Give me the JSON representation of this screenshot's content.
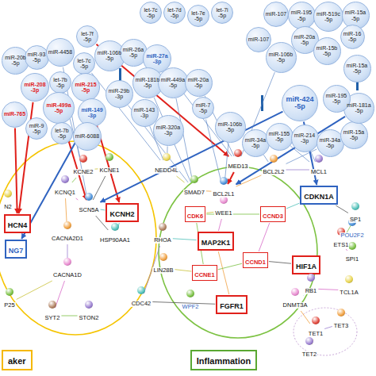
{
  "diagram": {
    "nodes": [
      {
        "text": [
          "let-7c -5p"
        ]
      },
      {
        "text": [
          "let-7d -5p"
        ]
      },
      {
        "text": [
          "let-7e -5p"
        ]
      },
      {
        "text": [
          "let-7i -5p"
        ]
      },
      {
        "text": [
          "miR-107"
        ]
      },
      {
        "text": [
          "miR-195 -5p"
        ]
      },
      {
        "text": [
          "miR-519c -5p"
        ]
      },
      {
        "text": [
          "miR-15a -5p"
        ]
      },
      {
        "text": [
          "miR-20b -5p"
        ]
      },
      {
        "text": [
          "miR-93 -5p"
        ]
      },
      {
        "text": [
          "miR-4458"
        ]
      },
      {
        "text": [
          "let-7f -5p"
        ]
      },
      {
        "text": [
          "let-7c -5p"
        ]
      },
      {
        "text": [
          "miR-106b -5p"
        ]
      },
      {
        "text": [
          "miR-26a -5p"
        ]
      },
      {
        "text": [
          "miR-27a -3p"
        ]
      },
      {
        "text": [
          "let-7b -5p"
        ]
      },
      {
        "text": [
          "miR-215 -5p"
        ]
      },
      {
        "text": [
          "miR-208 -3p"
        ]
      },
      {
        "text": [
          "miR-499a -5p"
        ]
      },
      {
        "text": [
          "miR-149 -3p"
        ]
      },
      {
        "text": [
          "miR-765"
        ]
      },
      {
        "text": [
          "miR-9 -5p"
        ]
      },
      {
        "text": [
          "let-7b -5p"
        ]
      },
      {
        "text": [
          "miR-6088"
        ]
      },
      {
        "text": [
          "miR-29b -3p"
        ]
      },
      {
        "text": [
          "miR-181b -5p"
        ]
      },
      {
        "text": [
          "miR-449a -5p"
        ]
      },
      {
        "text": [
          "miR-20a -5p"
        ]
      },
      {
        "text": [
          "miR-143 -3p"
        ]
      },
      {
        "text": [
          "miR-320a -3p"
        ]
      },
      {
        "text": [
          "miR-7 -5p"
        ]
      },
      {
        "text": [
          "miR-106b -5p"
        ]
      },
      {
        "text": [
          "miR-34a -5p"
        ]
      },
      {
        "text": [
          "miR-107"
        ]
      },
      {
        "text": [
          "miR-106b -5p"
        ]
      },
      {
        "text": [
          "miR-20a -5p"
        ]
      },
      {
        "text": [
          "miR-15b -5p"
        ]
      },
      {
        "text": [
          "miR-16 -5p"
        ]
      },
      {
        "text": [
          "miR-424 -5p"
        ]
      },
      {
        "text": [
          "miR-15a -5p"
        ]
      },
      {
        "text": [
          "miR-155 -5p"
        ]
      },
      {
        "text": [
          "miR-214 -3p"
        ]
      },
      {
        "text": [
          "miR-34a -5p"
        ]
      },
      {
        "text": [
          "miR-15a -5p"
        ]
      },
      {
        "text": [
          "miR-181a -5p"
        ]
      },
      {
        "text": [
          "miR-195 -5p"
        ]
      },
      {
        "text": [
          "KCNE2"
        ]
      },
      {
        "text": [
          "KCNE1"
        ]
      },
      {
        "text": [
          "N2"
        ]
      },
      {
        "text": [
          "KCNQ1"
        ]
      },
      {
        "text": [
          "SCN5A"
        ]
      },
      {
        "text": [
          "KCNH2"
        ]
      },
      {
        "text": [
          "HCN4"
        ]
      },
      {
        "text": [
          "CACNA2D1"
        ]
      },
      {
        "text": [
          "HSP90AA1"
        ]
      },
      {
        "text": [
          "NG7"
        ]
      },
      {
        "text": [
          "CACNA1D"
        ]
      },
      {
        "text": [
          "P25"
        ]
      },
      {
        "text": [
          "SYT2"
        ]
      },
      {
        "text": [
          "STON2"
        ]
      },
      {
        "text": [
          "NEDD4L"
        ]
      },
      {
        "text": [
          "SMAD7"
        ]
      },
      {
        "text": [
          "MED13"
        ]
      },
      {
        "text": [
          "BCL2L1"
        ]
      },
      {
        "text": [
          "BCL2L2"
        ]
      },
      {
        "text": [
          "MCL1"
        ]
      },
      {
        "text": [
          "CDKN1A"
        ]
      },
      {
        "text": [
          "CDK6"
        ]
      },
      {
        "text": [
          "WEE1"
        ]
      },
      {
        "text": [
          "CCND3"
        ]
      },
      {
        "text": [
          "SP1"
        ]
      },
      {
        "text": [
          "POU2F2"
        ]
      },
      {
        "text": [
          "ETS1"
        ]
      },
      {
        "text": [
          "SPI1"
        ]
      },
      {
        "text": [
          "RHOA"
        ]
      },
      {
        "text": [
          "MAP2K1"
        ]
      },
      {
        "text": [
          "LIN28B"
        ]
      },
      {
        "text": [
          "CCNE1"
        ]
      },
      {
        "text": [
          "CCND1"
        ]
      },
      {
        "text": [
          "HIF1A"
        ]
      },
      {
        "text": [
          "RB1"
        ]
      },
      {
        "text": [
          "TCL1A"
        ]
      },
      {
        "text": [
          "DNMT3A"
        ]
      },
      {
        "text": [
          "CDC42"
        ]
      },
      {
        "text": [
          "WPF2"
        ]
      },
      {
        "text": [
          "FGFR1"
        ]
      },
      {
        "text": [
          "TET1"
        ]
      },
      {
        "text": [
          "TET3"
        ]
      },
      {
        "text": [
          "TET2"
        ]
      },
      {
        "text": [
          "aker"
        ]
      },
      {
        "text": [
          "Inflammation"
        ]
      }
    ],
    "edges": [
      {
        "from": 11,
        "to": 63,
        "arrow": "to"
      },
      {
        "from": 17,
        "to": 52,
        "arrow": "to"
      },
      {
        "from": 18,
        "to": 53,
        "arrow": "to"
      },
      {
        "from": 19,
        "to": 51,
        "arrow": "to"
      },
      {
        "from": 21,
        "to": 53,
        "arrow": "to"
      },
      {
        "from": 20,
        "to": 56,
        "arrow": "to"
      },
      {
        "from": 39,
        "to": 67,
        "arrow": "to"
      },
      {
        "from": 39,
        "to": 51,
        "arrow": "to"
      },
      {
        "from": 45,
        "to": 64,
        "arrow": "to"
      },
      {
        "from": 63,
        "to": 64,
        "arrow": "to"
      },
      {
        "from": 15,
        "to": 63,
        "arrow": "none"
      },
      {
        "from": 26,
        "to": 62,
        "arrow": "none"
      },
      {
        "from": 27,
        "to": 62,
        "arrow": "none"
      },
      {
        "from": 28,
        "to": 63,
        "arrow": "none"
      },
      {
        "from": 29,
        "to": 61,
        "arrow": "none"
      },
      {
        "from": 30,
        "to": 61,
        "arrow": "none"
      },
      {
        "from": 31,
        "to": 64,
        "arrow": "none"
      },
      {
        "from": 32,
        "to": 64,
        "arrow": "none"
      },
      {
        "from": 33,
        "to": 65,
        "arrow": "none"
      },
      {
        "from": 41,
        "to": 66,
        "arrow": "none"
      },
      {
        "from": 42,
        "to": 66,
        "arrow": "none"
      },
      {
        "from": 43,
        "to": 65,
        "arrow": "none"
      },
      {
        "from": 35,
        "to": 63,
        "arrow": "none"
      },
      {
        "from": 25,
        "to": 62,
        "arrow": "none"
      },
      {
        "from": 12,
        "to": 61,
        "arrow": "none"
      },
      {
        "from": 10,
        "to": 51,
        "arrow": "none"
      },
      {
        "from": 16,
        "to": 47,
        "arrow": "none"
      },
      {
        "from": 47,
        "to": 48,
        "arrow": "none"
      },
      {
        "from": 47,
        "to": 50,
        "arrow": "none"
      },
      {
        "from": 50,
        "to": 51,
        "arrow": "none"
      },
      {
        "from": 48,
        "to": 51,
        "arrow": "none"
      },
      {
        "from": 51,
        "to": 52,
        "arrow": "none"
      },
      {
        "from": 50,
        "to": 54,
        "arrow": "none"
      },
      {
        "from": 54,
        "to": 57,
        "arrow": "none"
      },
      {
        "from": 57,
        "to": 58,
        "arrow": "none"
      },
      {
        "from": 59,
        "to": 60,
        "arrow": "none"
      },
      {
        "from": 57,
        "to": 59,
        "arrow": "none"
      },
      {
        "from": 51,
        "to": 55,
        "arrow": "none"
      },
      {
        "from": 55,
        "to": 52,
        "arrow": "none"
      },
      {
        "from": 62,
        "to": 64,
        "arrow": "none"
      },
      {
        "from": 64,
        "to": 69,
        "arrow": "none"
      },
      {
        "from": 69,
        "to": 68,
        "arrow": "none"
      },
      {
        "from": 68,
        "to": 70,
        "arrow": "none"
      },
      {
        "from": 70,
        "to": 79,
        "arrow": "none"
      },
      {
        "from": 79,
        "to": 80,
        "arrow": "none"
      },
      {
        "from": 76,
        "to": 75,
        "arrow": "none"
      },
      {
        "from": 76,
        "to": 86,
        "arrow": "none"
      },
      {
        "from": 84,
        "to": 75,
        "arrow": "none"
      },
      {
        "from": 77,
        "to": 78,
        "arrow": "none"
      },
      {
        "from": 78,
        "to": 79,
        "arrow": "none"
      },
      {
        "from": 76,
        "to": 69,
        "arrow": "none"
      },
      {
        "from": 80,
        "to": 81,
        "arrow": "none"
      },
      {
        "from": 81,
        "to": 83,
        "arrow": "none"
      },
      {
        "from": 83,
        "to": 87,
        "arrow": "none"
      },
      {
        "from": 87,
        "to": 88,
        "arrow": "none"
      },
      {
        "from": 87,
        "to": 89,
        "arrow": "none"
      },
      {
        "from": 71,
        "to": 73,
        "arrow": "none"
      },
      {
        "from": 73,
        "to": 74,
        "arrow": "none"
      },
      {
        "from": 67,
        "to": 71,
        "arrow": "none"
      },
      {
        "from": 67,
        "to": 70,
        "arrow": "none"
      },
      {
        "from": 64,
        "to": 65,
        "arrow": "none"
      },
      {
        "from": 65,
        "to": 66,
        "arrow": "none"
      },
      {
        "from": 61,
        "to": 62,
        "arrow": "none"
      },
      {
        "from": 68,
        "to": 78,
        "arrow": "none"
      },
      {
        "from": 81,
        "to": 82,
        "arrow": "none"
      },
      {
        "from": 86,
        "to": 84,
        "arrow": "none"
      }
    ]
  }
}
